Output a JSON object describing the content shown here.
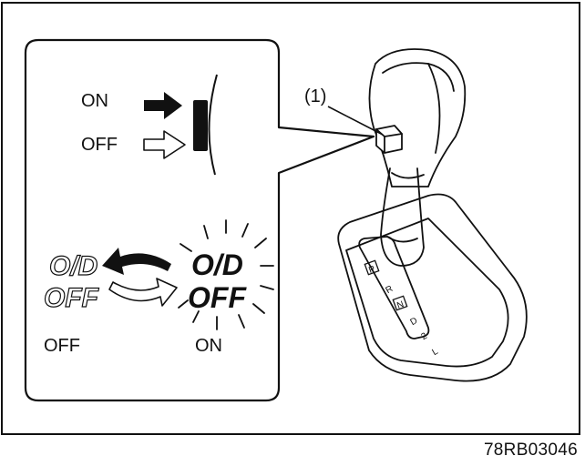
{
  "callout": {
    "on_label": "ON",
    "off_label": "OFF"
  },
  "od_switch": {
    "line1": "O/D",
    "line2": "OFF",
    "state_off": "OFF",
    "state_on": "ON"
  },
  "part_number": "(1)",
  "gear_positions": [
    "P",
    "R",
    "N",
    "D",
    "2",
    "L"
  ],
  "figure_code": "78RB03046",
  "colors": {
    "ink": "#111111",
    "background": "#ffffff"
  }
}
